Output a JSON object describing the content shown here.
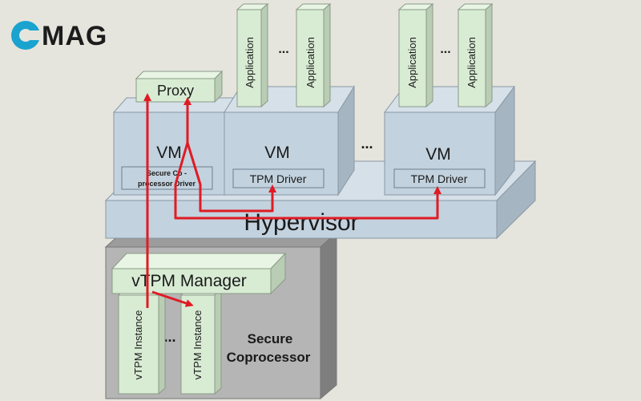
{
  "logo": {
    "text": "MAG",
    "brand_color": "#1aa3cf"
  },
  "labels": {
    "proxy": "Proxy",
    "application": "Application",
    "ellipsis": "...",
    "vm": "VM",
    "secure_driver_1": "Secure Co  -",
    "secure_driver_2": "processor Driver",
    "tpm_driver": "TPM Driver",
    "hypervisor": "Hypervisor",
    "vtpm_manager": "vTPM Manager",
    "vtpm_instance": "vTPM Instance",
    "secure_coprocessor_1": "Secure",
    "secure_coprocessor_2": "Coprocessor"
  },
  "colors": {
    "background": "#e5e5dd",
    "box_blue": "#c2d2de",
    "box_green": "#d8ecd4",
    "box_gray": "#b5b5b5",
    "arrow_red": "#e01b24"
  }
}
